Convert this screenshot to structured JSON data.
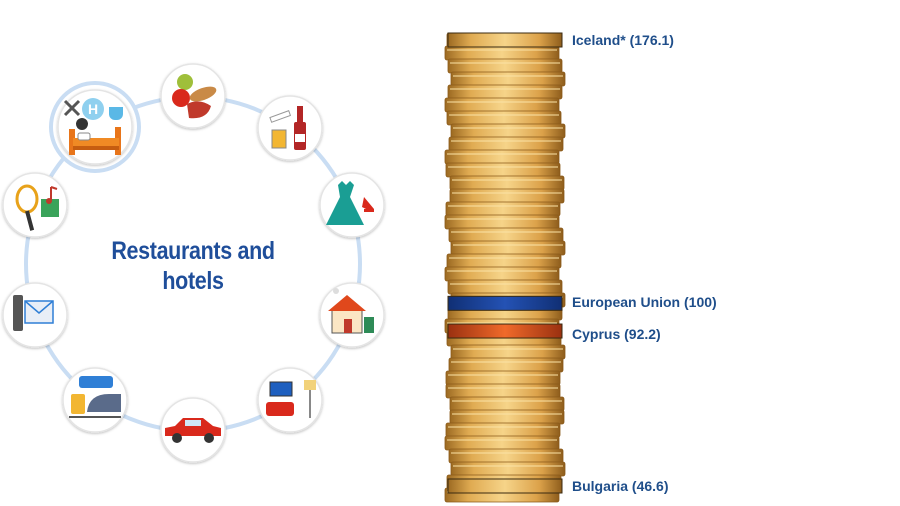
{
  "category": {
    "title_line1": "Restaurants and",
    "title_line2": "hotels"
  },
  "icons": [
    {
      "name": "restaurants-hotels-icon",
      "selected": true
    },
    {
      "name": "food-icon"
    },
    {
      "name": "alcohol-tobacco-icon"
    },
    {
      "name": "clothing-icon"
    },
    {
      "name": "housing-icon"
    },
    {
      "name": "furnishings-icon"
    },
    {
      "name": "car-icon"
    },
    {
      "name": "transport-icon"
    },
    {
      "name": "communication-icon"
    },
    {
      "name": "recreation-icon"
    }
  ],
  "colors": {
    "eu": "#1f4aa8",
    "highlight": "#e05a1c",
    "coin": "#e7b45a",
    "title": "#1f4e9a",
    "label": "#1f4e8a"
  },
  "chart_data": {
    "type": "bar",
    "unit": "price level index",
    "ylim": [
      46.6,
      176.1
    ],
    "labelled": [
      {
        "name": "Iceland*",
        "value": 176.1,
        "label": "Iceland* (176.1)"
      },
      {
        "name": "European Union",
        "value": 100,
        "label": "European Union (100)"
      },
      {
        "name": "Cyprus",
        "value": 92.2,
        "label": "Cyprus (92.2)"
      },
      {
        "name": "Bulgaria",
        "value": 46.6,
        "label": "Bulgaria (46.6)"
      }
    ]
  }
}
